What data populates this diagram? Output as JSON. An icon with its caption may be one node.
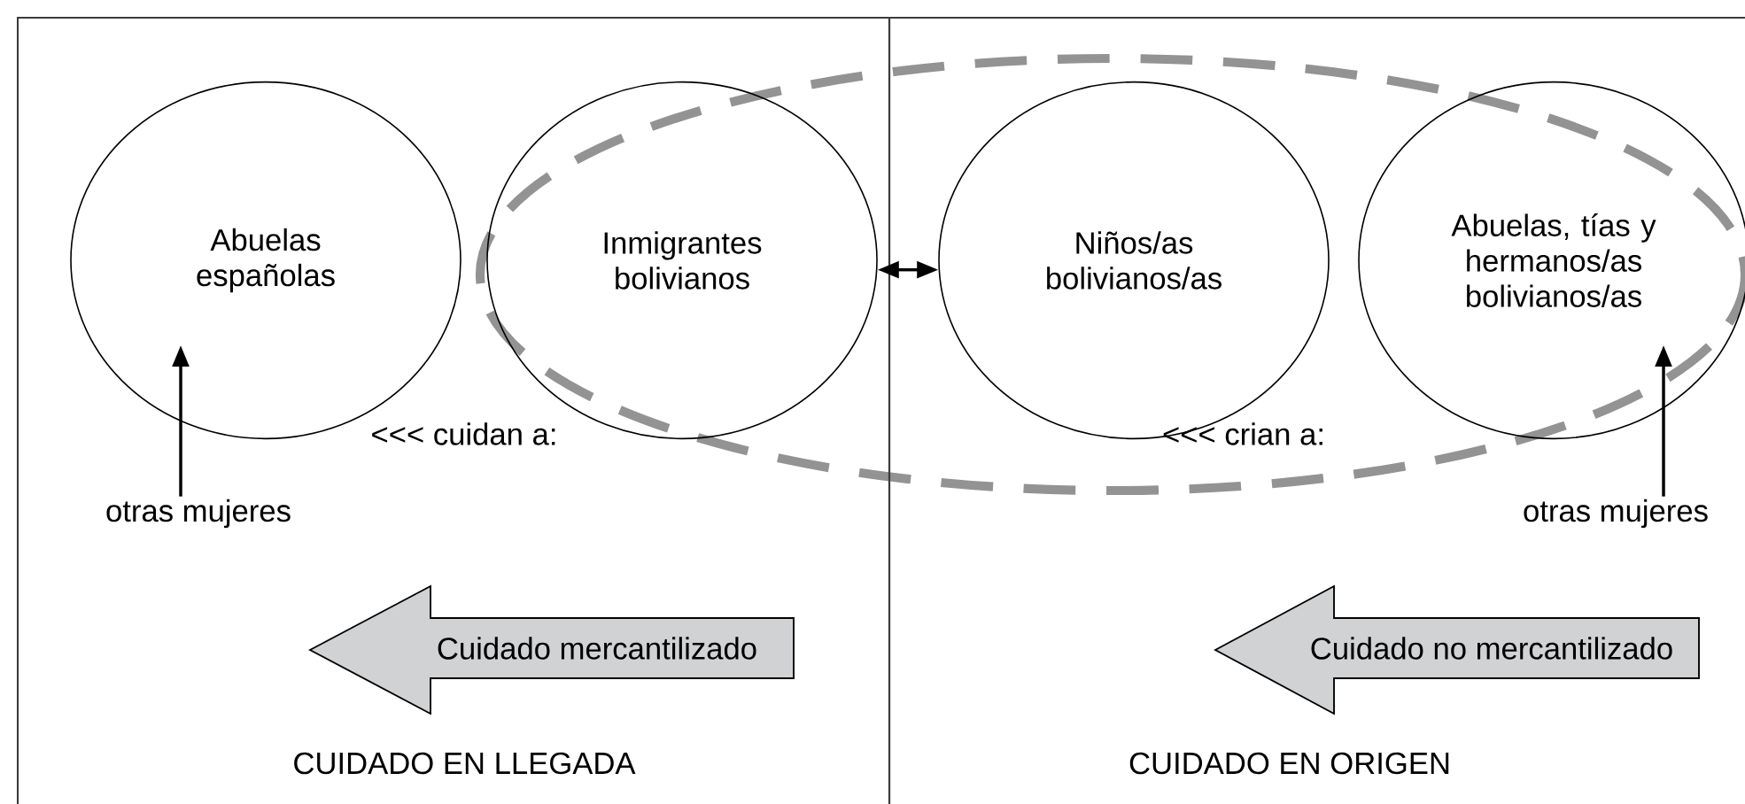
{
  "diagram": {
    "nodes": [
      {
        "text": [
          "CUIDADO EN LLEGADA"
        ]
      },
      {
        "text": [
          "CUIDADO EN ORIGEN"
        ]
      },
      {
        "text": [
          "Abuelas españolas"
        ],
        "in": 0
      },
      {
        "text": [
          "Inmigrantes bolivianos"
        ],
        "in": 0
      },
      {
        "text": [
          "Niños/as bolivianos/as"
        ],
        "in": 1
      },
      {
        "text": [
          "Abuelas, tías y hermanos/as bolivianos/as"
        ],
        "in": 1
      },
      {
        "text": [
          "otras mujeres"
        ],
        "in": 0
      },
      {
        "text": [
          "otras mujeres"
        ],
        "in": 1
      },
      {
        "text": [
          "Cuidado mercantilizado"
        ],
        "in": 0
      },
      {
        "text": [
          "Cuidado no mercantilizado"
        ],
        "in": 1
      }
    ],
    "edges": [
      {
        "from": 6,
        "to": 2,
        "arrow": "to"
      },
      {
        "from": 3,
        "to": 4,
        "arrow": "both"
      },
      {
        "from": 7,
        "to": 5,
        "arrow": "to"
      }
    ],
    "labels": [
      "<<< cuidan a:",
      "<<< crian a:"
    ]
  }
}
